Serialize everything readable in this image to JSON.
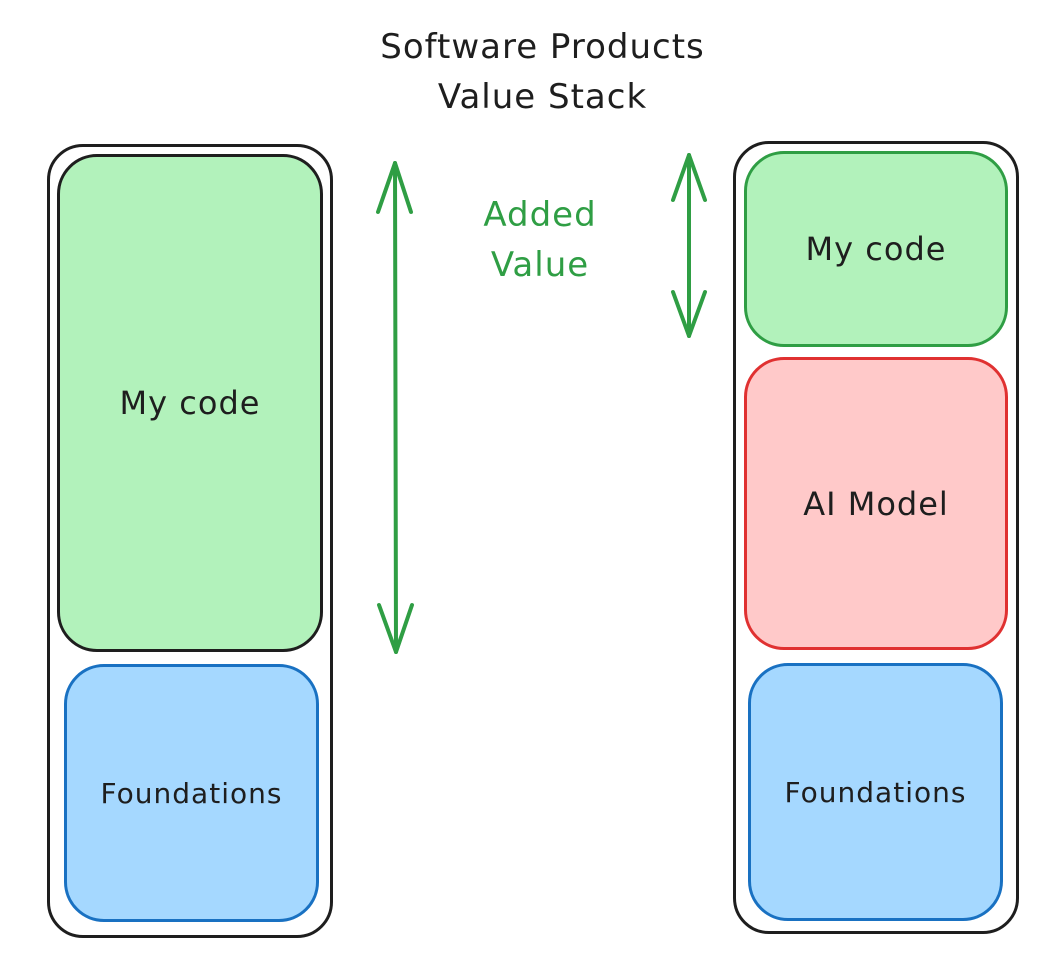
{
  "title": {
    "line1": "Software Products",
    "line2": "Value Stack"
  },
  "annotation": {
    "line1": "Added",
    "line2": "Value",
    "color": "#2f9e44"
  },
  "left_stack": {
    "layers": [
      {
        "label": "My code",
        "color": "#b2f2bb"
      },
      {
        "label": "Foundations",
        "color": "#a5d8ff"
      }
    ]
  },
  "right_stack": {
    "layers": [
      {
        "label": "My code",
        "color": "#b2f2bb"
      },
      {
        "label": "AI Model",
        "color": "#ffc9c9"
      },
      {
        "label": "Foundations",
        "color": "#a5d8ff"
      }
    ]
  },
  "colors": {
    "green_fill": "#b2f2bb",
    "green_stroke": "#2f9e44",
    "blue_fill": "#a5d8ff",
    "blue_stroke": "#1971c2",
    "red_fill": "#ffc9c9",
    "red_stroke": "#e03131",
    "outline": "#1e1e1e"
  }
}
